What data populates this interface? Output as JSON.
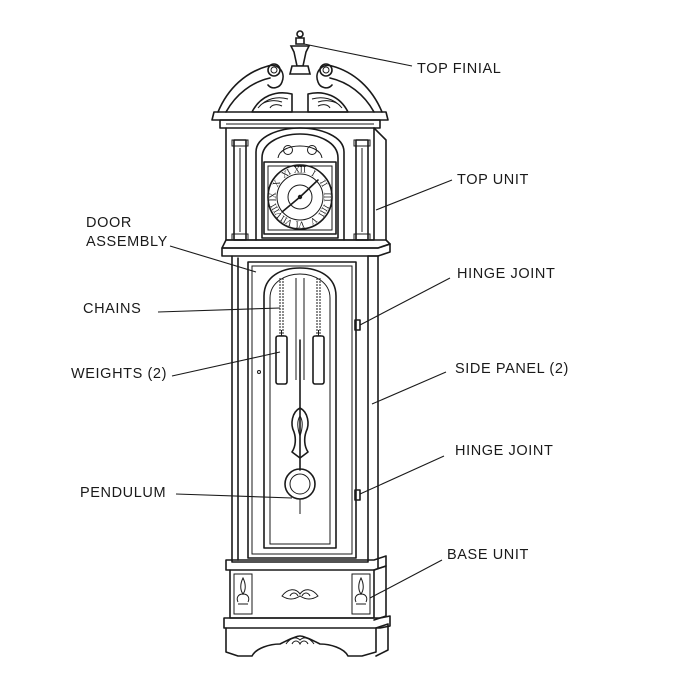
{
  "labels": {
    "top_finial": "TOP FINIAL",
    "top_unit": "TOP UNIT",
    "door_assembly_line1": "DOOR",
    "door_assembly_line2": "ASSEMBLY",
    "hinge_joint_upper": "HINGE JOINT",
    "chains": "CHAINS",
    "weights": "WEIGHTS (2)",
    "side_panel": "SIDE PANEL (2)",
    "hinge_joint_lower": "HINGE JOINT",
    "pendulum": "PENDULUM",
    "base_unit": "BASE UNIT"
  },
  "dial_numerals": [
    "XII",
    "I",
    "II",
    "III",
    "IIII",
    "V",
    "VI",
    "VII",
    "VIII",
    "IX",
    "X",
    "XI"
  ],
  "colors": {
    "line": "#1a1a1a",
    "background": "#ffffff"
  }
}
